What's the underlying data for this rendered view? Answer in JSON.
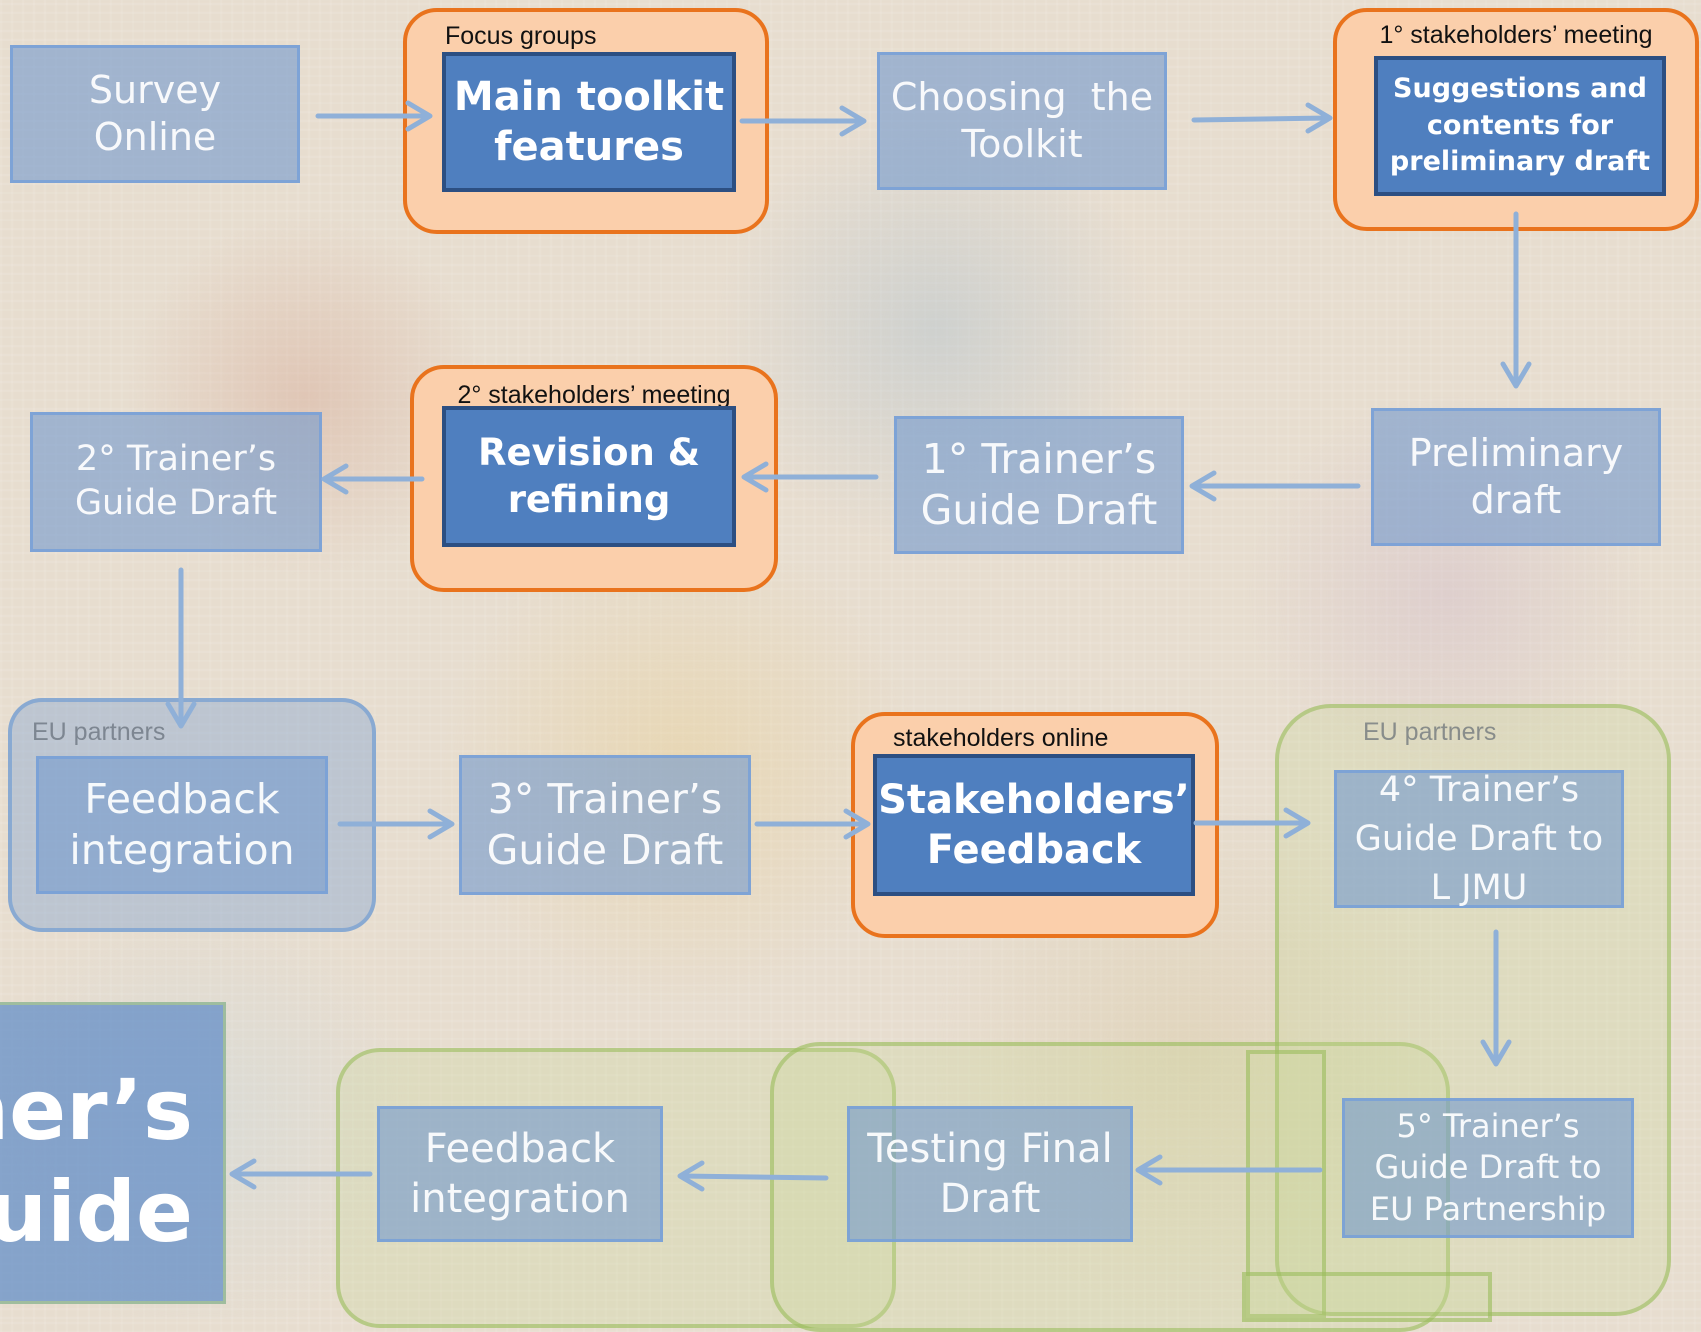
{
  "groups": {
    "focus_groups": "Focus groups",
    "stakeholders_meeting_1": "1° stakeholders’ meeting",
    "stakeholders_meeting_2": "2° stakeholders’ meeting",
    "eu_partners_left": "EU partners",
    "stakeholders_online": "stakeholders online",
    "eu_partners_right": "EU partners"
  },
  "nodes": {
    "survey_online": [
      "Survey",
      "Online"
    ],
    "main_toolkit_features": [
      "Main toolkit",
      "features"
    ],
    "choosing_toolkit": [
      "Choosing  the",
      "Toolkit"
    ],
    "suggestions": [
      "Suggestions and",
      "contents for",
      "preliminary draft"
    ],
    "preliminary_draft": [
      "Preliminary",
      "draft"
    ],
    "trainers_guide_1": [
      "1° Trainer’s",
      "Guide Draft"
    ],
    "revision_refining": [
      "Revision &",
      "refining"
    ],
    "trainers_guide_2": [
      "2° Trainer’s",
      "Guide Draft"
    ],
    "feedback_integration_1": [
      "Feedback",
      "integration"
    ],
    "trainers_guide_3": [
      "3° Trainer’s",
      "Guide Draft"
    ],
    "stakeholders_feedback": [
      "Stakeholders’",
      "Feedback"
    ],
    "trainers_guide_4": [
      "4° Trainer’s",
      "Guide Draft to",
      "L JMU"
    ],
    "trainers_guide_5": [
      "5° Trainer’s",
      "Guide Draft to",
      "EU Partnership"
    ],
    "testing_final_draft": [
      "Testing Final",
      "Draft"
    ],
    "feedback_integration_2": [
      "Feedback",
      "integration"
    ],
    "final_card": [
      "iner’s",
      "uide"
    ]
  },
  "colors": {
    "group_orange_fill": "#fbcfab",
    "group_orange_border": "#e9731d",
    "node_solid_fill": "#4f7fbf",
    "node_solid_border": "#2c4f82",
    "arrow": "#8fb0d8"
  }
}
